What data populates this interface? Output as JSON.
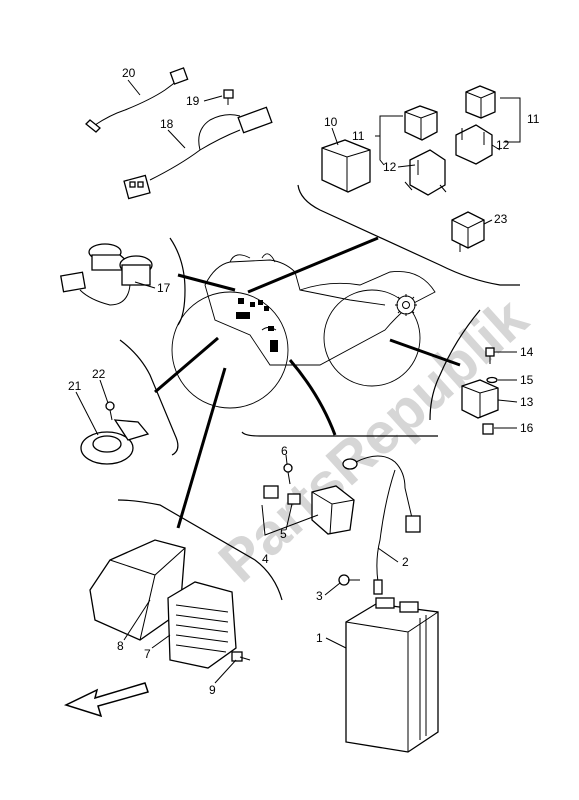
{
  "watermark": "PartsRepublik",
  "callouts": {
    "1": "1",
    "2": "2",
    "3": "3",
    "4": "4",
    "5": "5",
    "6": "6",
    "7": "7",
    "8": "8",
    "9": "9",
    "10_label": "10",
    "11": "11",
    "12": "12",
    "13": "13",
    "14": "14",
    "15": "15",
    "16": "16",
    "17": "17",
    "18": "18",
    "19": "19",
    "20": "20",
    "21": "21",
    "22": "22",
    "23": "23"
  },
  "icons": [
    "front-arrow-icon",
    "gear-icon"
  ]
}
